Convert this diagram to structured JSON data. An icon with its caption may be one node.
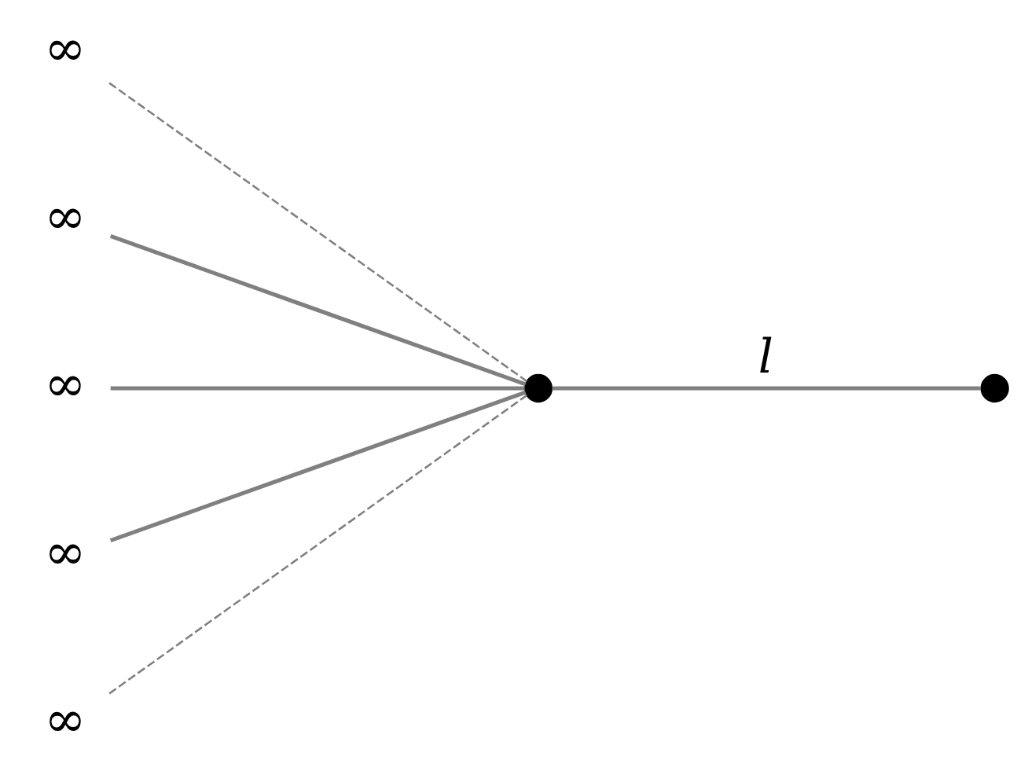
{
  "diagram": {
    "nodes": [
      {
        "text": [
          "∞"
        ]
      },
      {
        "text": [
          "∞"
        ]
      },
      {
        "text": [
          "∞"
        ]
      },
      {
        "text": [
          "∞"
        ]
      },
      {
        "text": [
          "∞"
        ]
      },
      {
        "text": [],
        "shape": "circle"
      },
      {
        "text": [],
        "shape": "circle"
      }
    ],
    "edges": [
      {
        "from": 0,
        "to": 5,
        "arrow": "none",
        "style": "dashed"
      },
      {
        "from": 1,
        "to": 5,
        "arrow": "none"
      },
      {
        "from": 2,
        "to": 5,
        "arrow": "none"
      },
      {
        "from": 3,
        "to": 5,
        "arrow": "none"
      },
      {
        "from": 4,
        "to": 5,
        "arrow": "none",
        "style": "dashed"
      },
      {
        "from": 5,
        "to": 6,
        "arrow": "none",
        "label": "l"
      }
    ]
  }
}
